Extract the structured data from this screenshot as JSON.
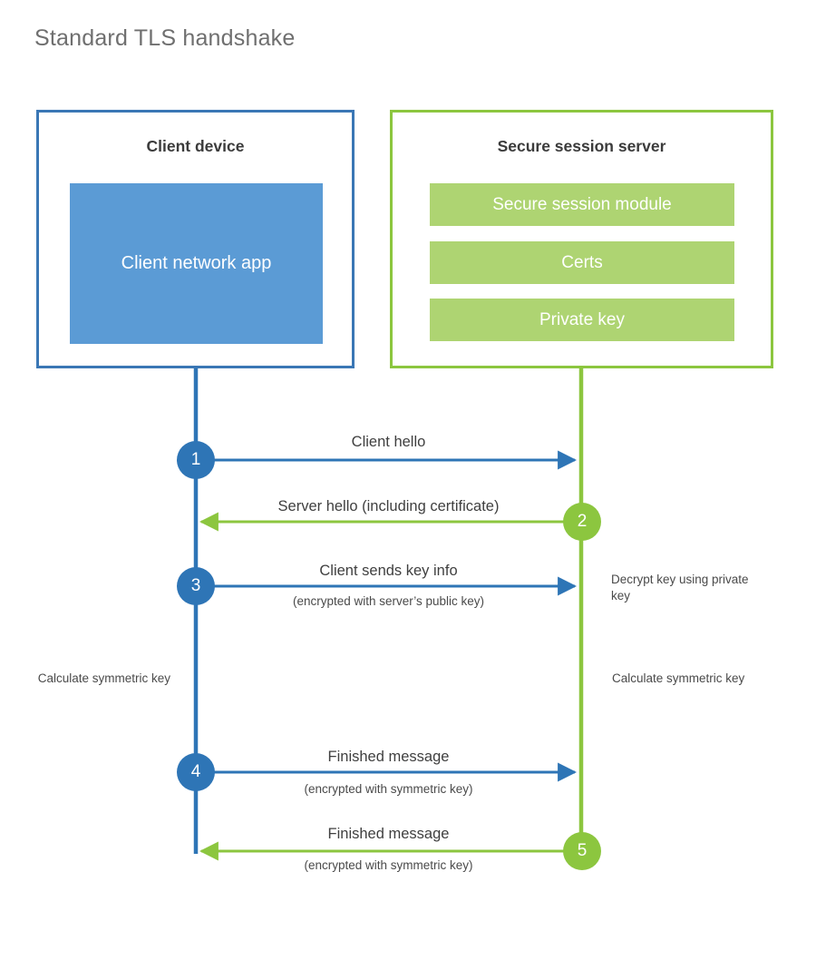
{
  "title": "Standard TLS handshake",
  "colors": {
    "client_border": "#3a77b5",
    "client_fill": "#5b9bd5",
    "client_accent": "#2e75b6",
    "server_border": "#8cc63f",
    "server_fill": "#aed472",
    "server_accent": "#8cc63f",
    "title_text": "#6f6f6f",
    "body_text": "#3f3f3f",
    "background": "#ffffff"
  },
  "client": {
    "title": "Client device",
    "component": "Client network app"
  },
  "server": {
    "title": "Secure session server",
    "components": [
      "Secure session module",
      "Certs",
      "Private key"
    ]
  },
  "steps": [
    {
      "number": "1",
      "label": "Client hello",
      "sub": "",
      "direction": "client-to-server",
      "color": "blue"
    },
    {
      "number": "2",
      "label": "Server hello (including certificate)",
      "sub": "",
      "direction": "server-to-client",
      "color": "green"
    },
    {
      "number": "3",
      "label": "Client sends key info",
      "sub": "(encrypted with server’s public key)",
      "direction": "client-to-server",
      "color": "blue"
    },
    {
      "number": "4",
      "label": "Finished message",
      "sub": "(encrypted with symmetric key)",
      "direction": "client-to-server",
      "color": "blue"
    },
    {
      "number": "5",
      "label": "Finished message",
      "sub": "(encrypted with symmetric key)",
      "direction": "server-to-client",
      "color": "green"
    }
  ],
  "notes": {
    "decrypt": "Decrypt key using private key",
    "calculate_client": "Calculate symmetric key",
    "calculate_server": "Calculate symmetric key"
  }
}
